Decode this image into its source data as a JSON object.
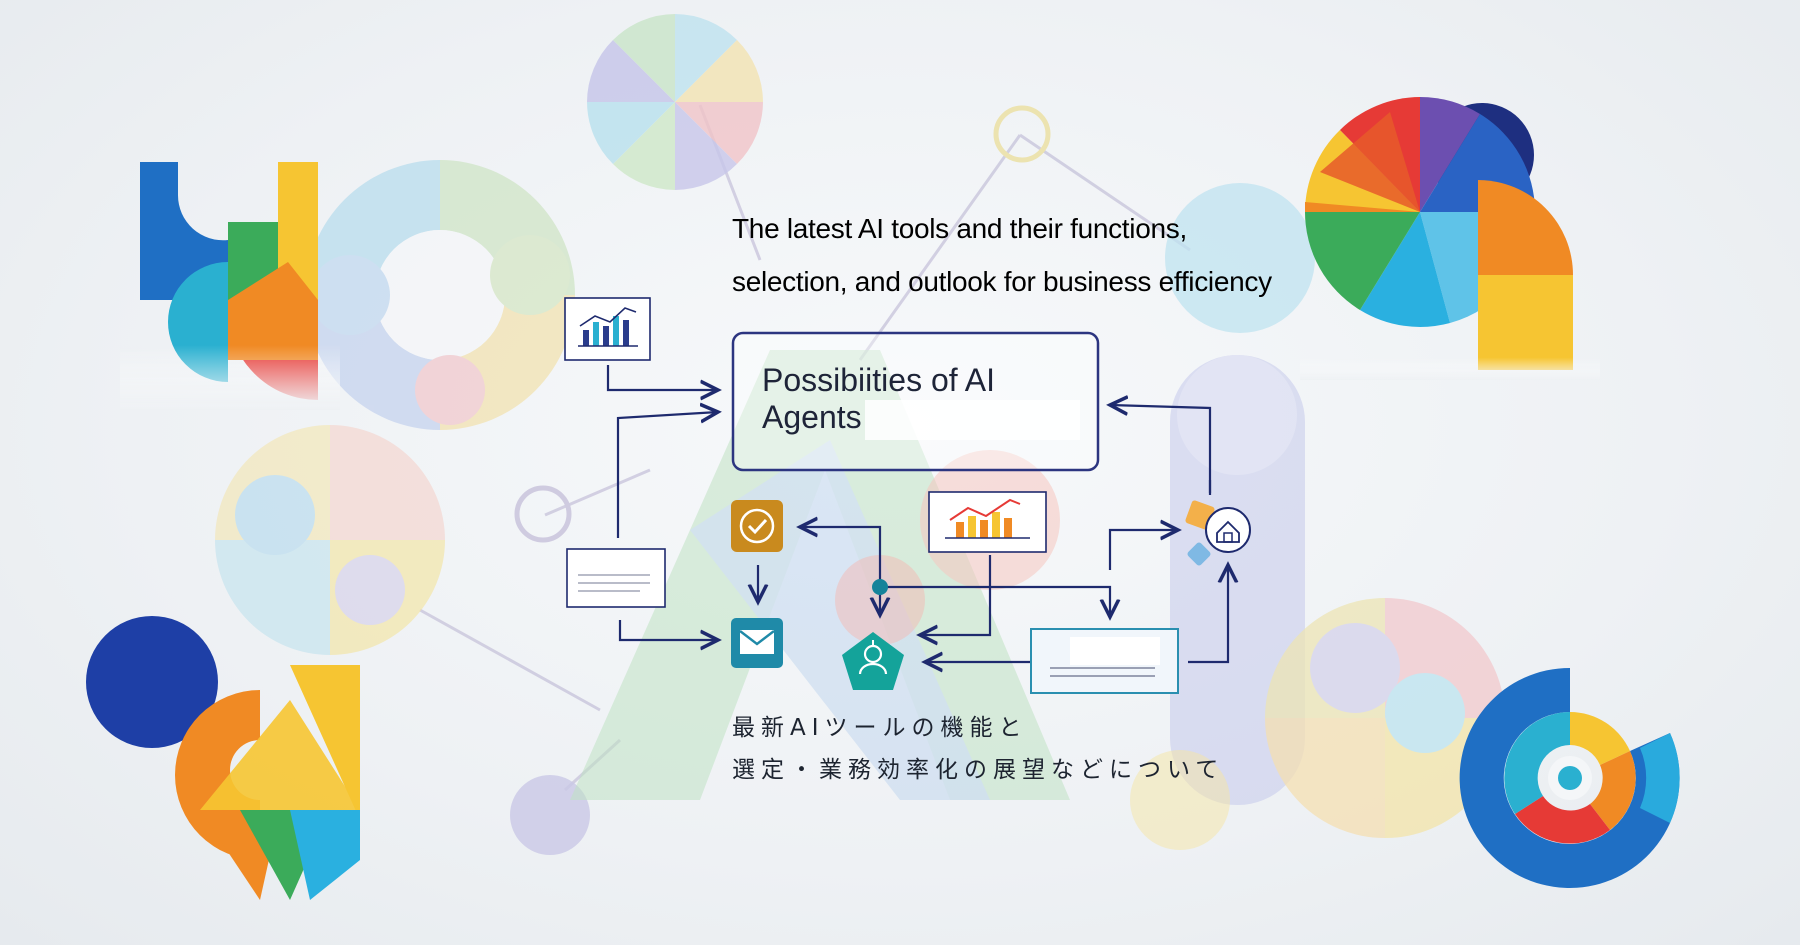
{
  "heading_en": {
    "line1": "The latest AI tools and their functions,",
    "line2": "selection, and outlook for business efficiency"
  },
  "center_box": {
    "title_line1": "Possibiities of AI",
    "title_line2": "Agents"
  },
  "heading_jp": {
    "line1": "最新AIツールの機能と",
    "line2": "選定・業務効率化の展望などについて"
  },
  "colors": {
    "navy": "#1e2a6e",
    "teal": "#14a39a",
    "orange": "#f08a24",
    "red": "#e63a36",
    "yellow": "#f6c532",
    "green": "#3bab5a",
    "blue": "#1f6fc4",
    "sky": "#2ab0e0"
  },
  "icons": [
    "bar-chart-icon",
    "check-badge-icon",
    "mail-icon",
    "robot-agent-icon",
    "growth-chart-icon",
    "home-hub-icon",
    "document-icon"
  ]
}
